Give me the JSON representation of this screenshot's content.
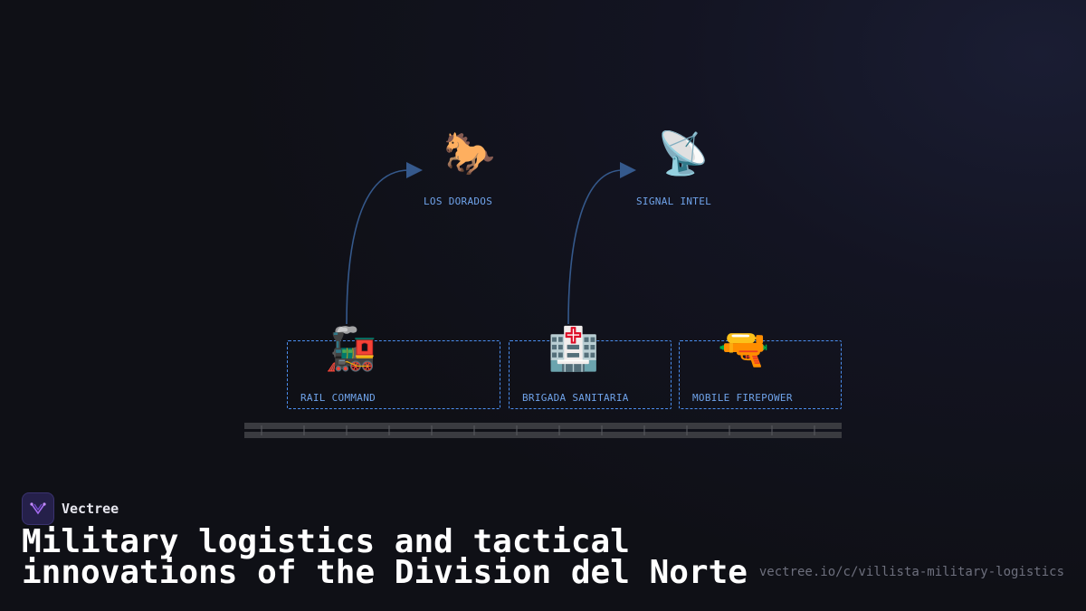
{
  "brand": {
    "name": "Vectree",
    "logo_icon": "vectree-logo-icon"
  },
  "title": "Military logistics and tactical innovations of the Division del Norte",
  "url": "vectree.io/c/villista-military-logistics",
  "colors": {
    "accent": "#4c8ff0",
    "label": "#6fa3ea",
    "arrow": "#35598c",
    "track": "#3a3b40"
  },
  "nodes": {
    "los_dorados": {
      "label": "LOS DORADOS",
      "icon": "🐎"
    },
    "signal_intel": {
      "label": "SIGNAL INTEL",
      "icon": "📡"
    },
    "rail_command": {
      "label": "RAIL COMMAND",
      "icon": "🚂"
    },
    "brigada_sanitaria": {
      "label": "BRIGADA SANITARIA",
      "icon": "🏥"
    },
    "mobile_firepower": {
      "label": "MOBILE FIREPOWER",
      "icon": "🔫"
    }
  },
  "edges": [
    {
      "from": "rail_command",
      "to": "los_dorados"
    },
    {
      "from": "brigada_sanitaria",
      "to": "signal_intel"
    }
  ]
}
